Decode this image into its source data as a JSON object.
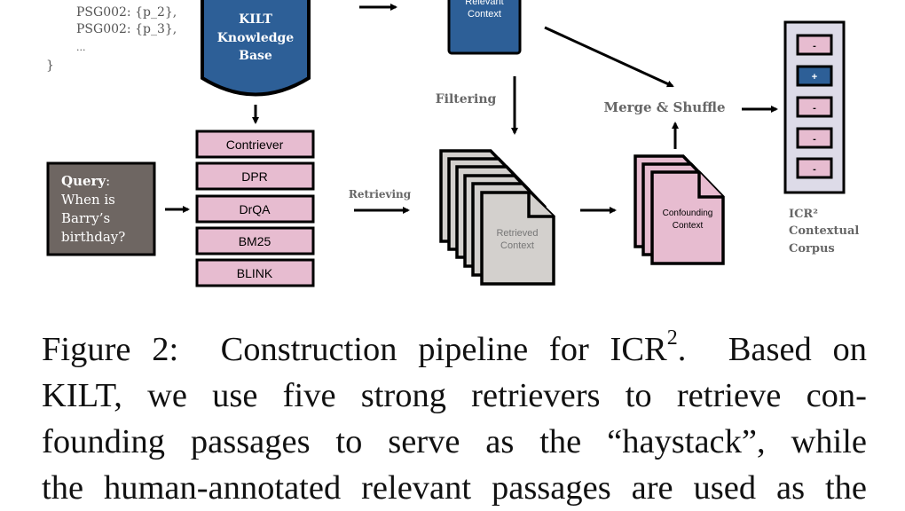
{
  "figure": {
    "code_snippet": {
      "lines": [
        "PSG002: {p_2},",
        "PSG002: {p_3},",
        "...",
        "}"
      ]
    },
    "knowledge_base": {
      "lines": [
        "KILT",
        "Knowledge",
        "Base"
      ]
    },
    "relevant_context": {
      "lines": [
        "Relevant",
        "Context"
      ]
    },
    "query": {
      "label": "Query",
      "colon": ":",
      "lines": [
        "When is",
        "Barry’s",
        "birthday?"
      ]
    },
    "retrievers": [
      "Contriever",
      "DPR",
      "DrQA",
      "BM25",
      "BLINK"
    ],
    "step_labels": {
      "retrieving": "Retrieving",
      "filtering": "Filtering",
      "merge_shuffle": "Merge & Shuffle"
    },
    "retrieved_context": {
      "lines": [
        "Retrieved",
        "Context"
      ]
    },
    "confounding_context": {
      "lines": [
        "Confounding",
        "Context"
      ]
    },
    "corpus": {
      "slots": [
        "-",
        "+",
        "-",
        "-",
        "-"
      ],
      "label_lines": [
        "ICR²",
        "Contextual",
        "Corpus"
      ]
    },
    "colors": {
      "blue": "#2d5f97",
      "pink": "#e7bcd0",
      "gray_doc": "#d3d0cd",
      "query_bg": "#6e6662",
      "corpus_bg": "#dddbe8",
      "label_gray": "#666666"
    }
  },
  "caption": {
    "prefix": "Figure 2:",
    "line1_a": "Construction pipeline for ICR",
    "line1_sup": "2",
    "line1_b": ".  Based on",
    "line2": "KILT, we use five strong retrievers to retrieve con-",
    "line3": "founding passages to serve as the “haystack”, while",
    "line4": "the human-annotated relevant passages are used as the"
  }
}
